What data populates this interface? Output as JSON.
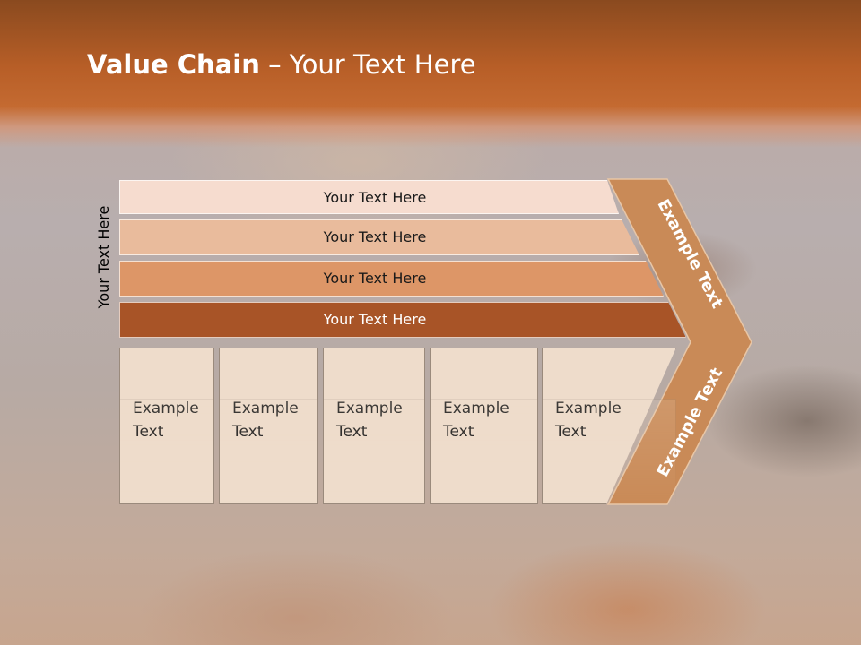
{
  "title": {
    "bold": "Value Chain",
    "rest": " – Your Text Here"
  },
  "side_label": "Your Text Here",
  "bands": [
    "Your Text Here",
    "Your Text Here",
    "Your Text Here",
    "Your Text Here"
  ],
  "boxes": [
    {
      "line1": "Example",
      "line2": "Text"
    },
    {
      "line1": "Example",
      "line2": "Text"
    },
    {
      "line1": "Example",
      "line2": "Text"
    },
    {
      "line1": "Example",
      "line2": "Text"
    },
    {
      "line1": "Example",
      "line2": "Text"
    }
  ],
  "arrow": {
    "upper_text": "Example Text",
    "lower_text": "Example Text"
  },
  "colors": {
    "header": "#b75e27",
    "band1": "#f6dccf",
    "band2": "#e9bb9c",
    "band3": "#dd9667",
    "band4": "#a85427",
    "box": "#eedccb",
    "arrow": "#c98a57"
  }
}
